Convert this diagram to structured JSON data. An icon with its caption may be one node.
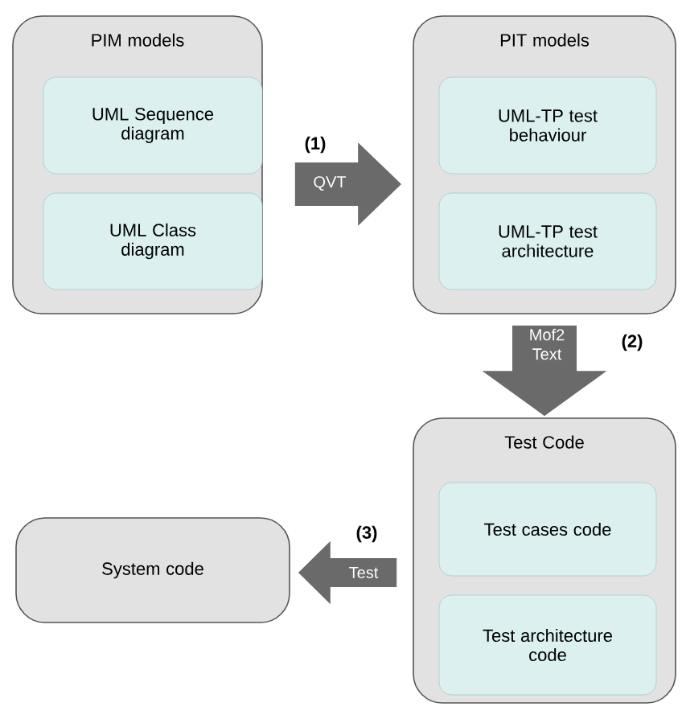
{
  "diagram": {
    "nodes": [
      {
        "text": [
          "PIM models"
        ]
      },
      {
        "text": [
          "UML Sequence diagram"
        ],
        "in": 0
      },
      {
        "text": [
          "UML Class diagram"
        ],
        "in": 0
      },
      {
        "text": [
          "PIT models"
        ]
      },
      {
        "text": [
          "UML-TP test behaviour"
        ],
        "in": 3
      },
      {
        "text": [
          "UML-TP test architecture"
        ],
        "in": 3
      },
      {
        "text": [
          "Test Code"
        ]
      },
      {
        "text": [
          "Test cases code"
        ],
        "in": 6
      },
      {
        "text": [
          "Test architecture code"
        ],
        "in": 6
      },
      {
        "text": [
          "System code"
        ]
      }
    ],
    "edges": [
      {
        "from": 0,
        "to": 3,
        "arrow": "to",
        "label": "QVT"
      },
      {
        "from": 3,
        "to": 6,
        "arrow": "to",
        "label": "Mof2 Text"
      },
      {
        "from": 6,
        "to": 9,
        "arrow": "to",
        "label": "Test"
      }
    ],
    "labels": [
      "(1)",
      "(2)",
      "(3)"
    ]
  }
}
